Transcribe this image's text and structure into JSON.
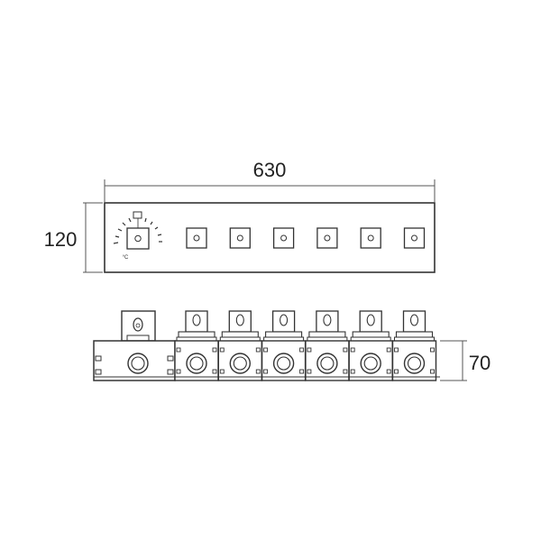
{
  "dimensions": {
    "width": "630",
    "height_front": "120",
    "depth_side": "70"
  },
  "front_view": {
    "thermostat_unit": "°C",
    "control_count": 6
  },
  "side_view": {
    "valve_count": 6
  },
  "colors": {
    "line": "#3a3a3a",
    "dim_line": "#555555",
    "background": "#ffffff"
  }
}
